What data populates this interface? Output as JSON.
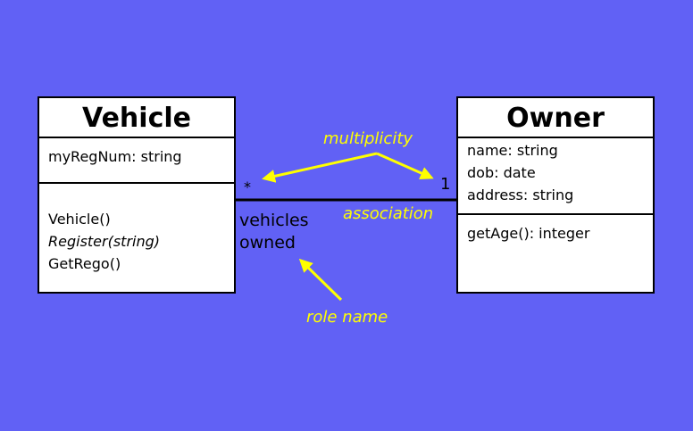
{
  "vehicle": {
    "name": "Vehicle",
    "attributes": [
      "myRegNum: string"
    ],
    "operations": [
      {
        "text": "Vehicle()",
        "italic": false
      },
      {
        "text": "Register(string)",
        "italic": true
      },
      {
        "text": "GetRego()",
        "italic": false
      }
    ]
  },
  "owner": {
    "name": "Owner",
    "attributes": [
      "name: string",
      "dob: date",
      "address: string"
    ],
    "operations": [
      {
        "text": "getAge(): integer",
        "italic": false
      }
    ]
  },
  "association": {
    "label": "association",
    "vehicle_multiplicity": "*",
    "owner_multiplicity": "1",
    "role_name": [
      "vehicles",
      "owned"
    ]
  },
  "annotations": {
    "multiplicity": "multiplicity",
    "role_name": "role name"
  },
  "colors": {
    "background": "#6161f5",
    "annotation": "#ffff00",
    "box": "#ffffff",
    "line": "#000000"
  }
}
